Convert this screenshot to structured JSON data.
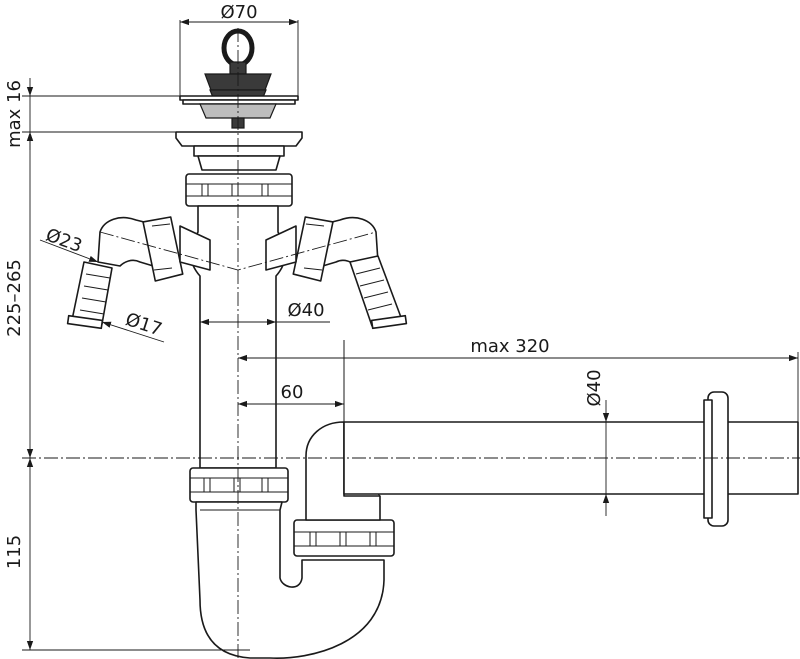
{
  "dimensions": {
    "top_diameter": "Ø70",
    "max_height_top": "max 16",
    "body_height": "225–265",
    "hose_outer_diameter": "Ø23",
    "hose_inner_diameter": "Ø17",
    "pipe_diameter": "Ø40",
    "max_length": "max 320",
    "offset": "60",
    "outlet_diameter": "Ø40",
    "trap_height": "115"
  }
}
